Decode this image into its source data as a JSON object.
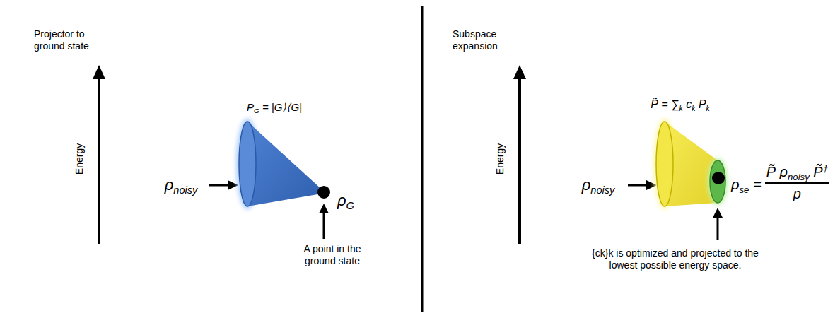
{
  "diagram": {
    "labels": [
      "Projector to ground state",
      "Energy",
      "PG = |G⟩⟨G|",
      "ρnoisy",
      "ρG",
      "A point in the ground state",
      "Subspace expansion",
      "Energy",
      "P̃ = ∑k ck Pk",
      "ρnoisy",
      "ρse =",
      "P̃ ρnoisy P̃†",
      "p",
      "{ck}k is optimized and projected to the lowest possible energy space."
    ]
  }
}
